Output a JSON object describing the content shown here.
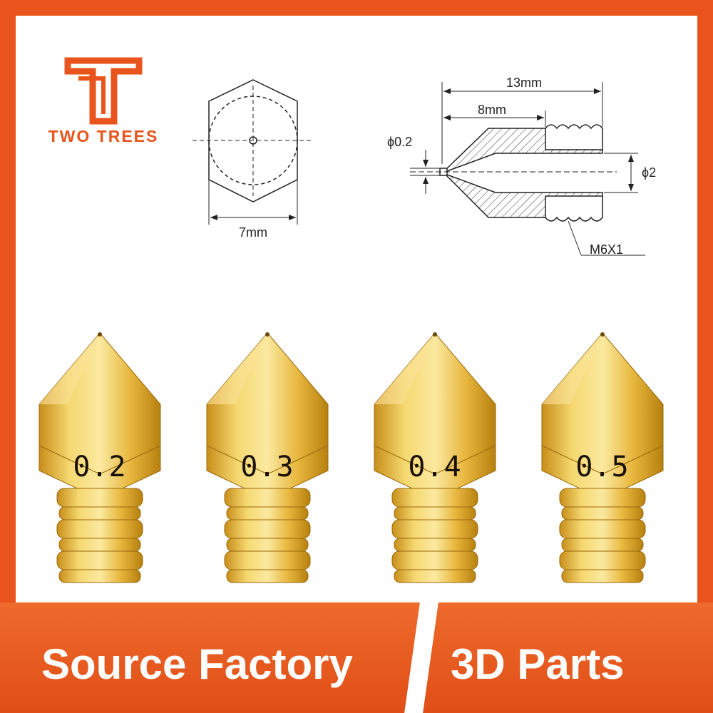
{
  "brand": {
    "name": "TWO TREES",
    "color": "#e8541c"
  },
  "hex_diagram": {
    "width_label": "7mm"
  },
  "side_diagram": {
    "length_label": "13mm",
    "thread_length_label": "8mm",
    "tip_diameter_label": "ϕ0.2",
    "bore_diameter_label": "ϕ2",
    "thread_label": "M6X1"
  },
  "nozzles": [
    {
      "size": "0.2"
    },
    {
      "size": "0.3"
    },
    {
      "size": "0.4"
    },
    {
      "size": "0.5"
    }
  ],
  "banner": {
    "left_text": "Source Factory",
    "right_text": "3D Parts"
  },
  "colors": {
    "brass_light": "#f3d46a",
    "brass_mid": "#e0aa2c",
    "brass_dark": "#b98318",
    "banner": "#e8541c"
  }
}
